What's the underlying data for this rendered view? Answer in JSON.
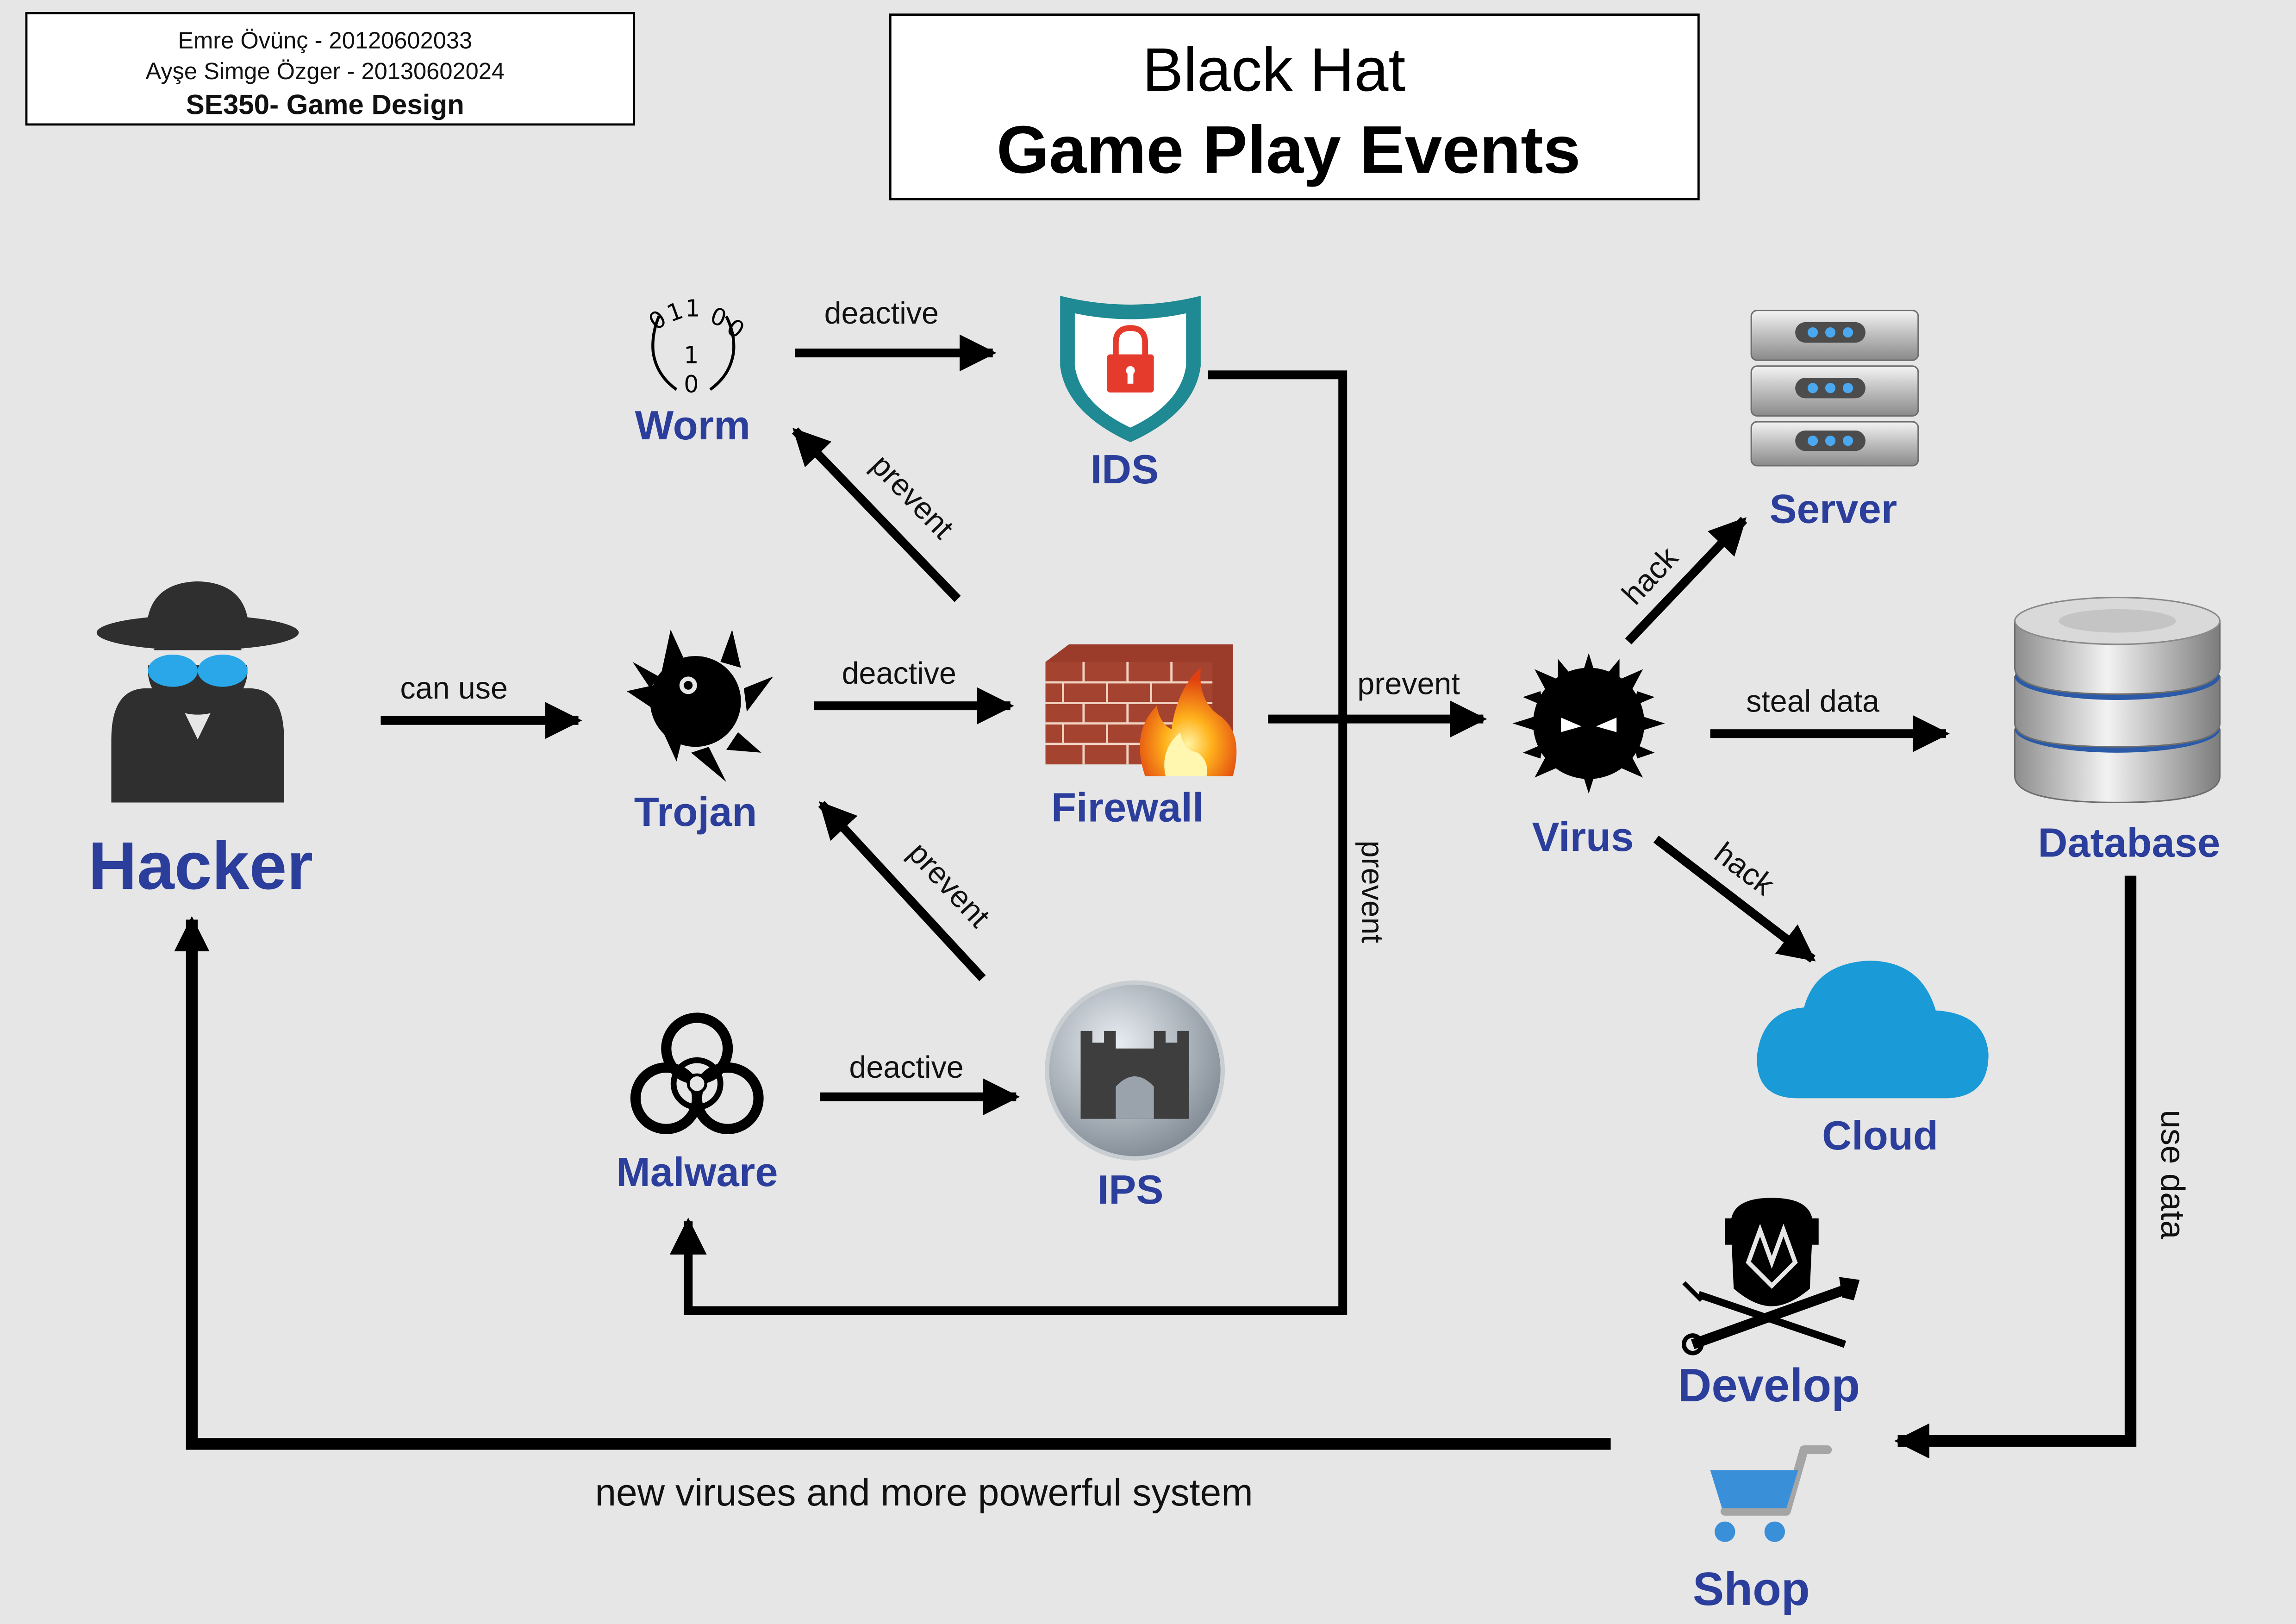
{
  "header": {
    "author1": "Emre Övünç - 20120602033",
    "author2": "Ayşe Simge Özger - 20130602024",
    "course": "SE350- Game Design",
    "title_line1": "Black Hat",
    "title_line2": "Game Play Events"
  },
  "nodes": {
    "hacker": "Hacker",
    "worm": "Worm",
    "trojan": "Trojan",
    "malware": "Malware",
    "ids": "IDS",
    "firewall": "Firewall",
    "ips": "IPS",
    "virus": "Virus",
    "server": "Server",
    "database": "Database",
    "cloud": "Cloud",
    "develop": "Develop",
    "shop": "Shop"
  },
  "worm_icon_digits": [
    "0",
    "1",
    "1",
    "0",
    "0",
    "1",
    "0"
  ],
  "edges": {
    "can_use": "can use",
    "deactive_worm_ids": "deactive",
    "deactive_trojan_firewall": "deactive",
    "deactive_malware_ips": "deactive",
    "prevent_firewall_worm": "prevent",
    "prevent_ips_trojan": "prevent",
    "prevent_firewall_virus": "prevent",
    "prevent_ids_malware": "prevent",
    "hack_server": "hack",
    "steal_data": "steal data",
    "hack_cloud": "hack",
    "use_data": "use data",
    "new_viruses": "new viruses and more powerful system"
  },
  "colors": {
    "background": "#e6e6e6",
    "label_blue": "#2b3e9c",
    "arrow": "#000000",
    "shield_teal": "#1f8a93",
    "lock_red": "#e53b2c",
    "brick": "#9b3b2a",
    "cloud_blue": "#1a9ad6",
    "cart_blue": "#3a8fd9",
    "goggles_blue": "#2aa7e8"
  }
}
